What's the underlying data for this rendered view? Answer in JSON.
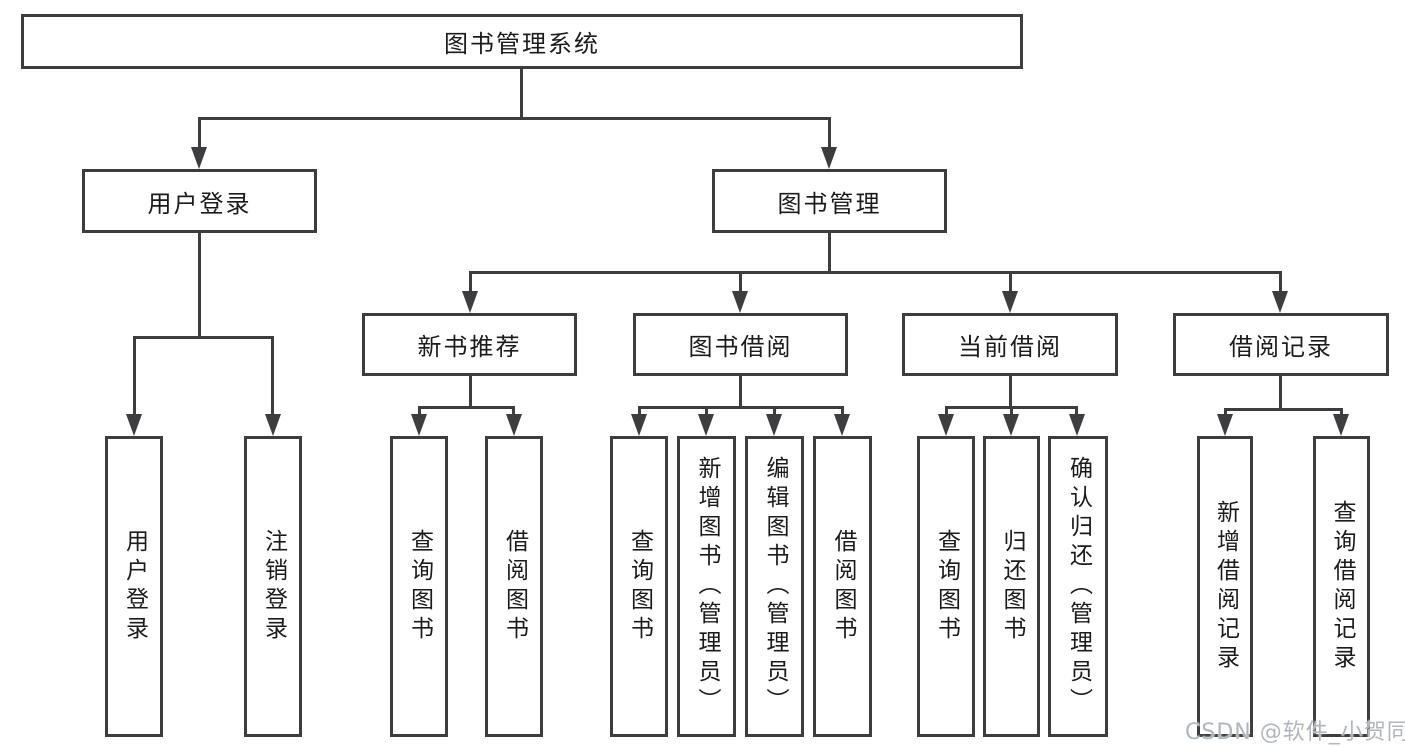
{
  "tree": {
    "root": "图书管理系统",
    "user_login": {
      "label": "用户登录",
      "children": {
        "login": "用户登录",
        "logout": "注销登录"
      }
    },
    "book_mgmt": {
      "label": "图书管理",
      "new_books": {
        "label": "新书推荐",
        "children": {
          "query": "查询图书",
          "borrow": "借阅图书"
        }
      },
      "book_borrow": {
        "label": "图书借阅",
        "children": {
          "query": "查询图书",
          "add": "新增图书（管理员）",
          "edit": "编辑图书（管理员）",
          "borrow": "借阅图书"
        }
      },
      "current_borrow": {
        "label": "当前借阅",
        "children": {
          "query": "查询图书",
          "return": "归还图书",
          "confirm": "确认归还（管理员）"
        }
      },
      "borrow_records": {
        "label": "借阅记录",
        "children": {
          "add": "新增借阅记录",
          "query": "查询借阅记录"
        }
      }
    }
  },
  "watermark": "CSDN @软件_小贺同学",
  "colors": {
    "line": "#3d3d3f",
    "text": "#1b1b1d",
    "watermark": "#b0b6bb",
    "background": "#ffffff"
  }
}
